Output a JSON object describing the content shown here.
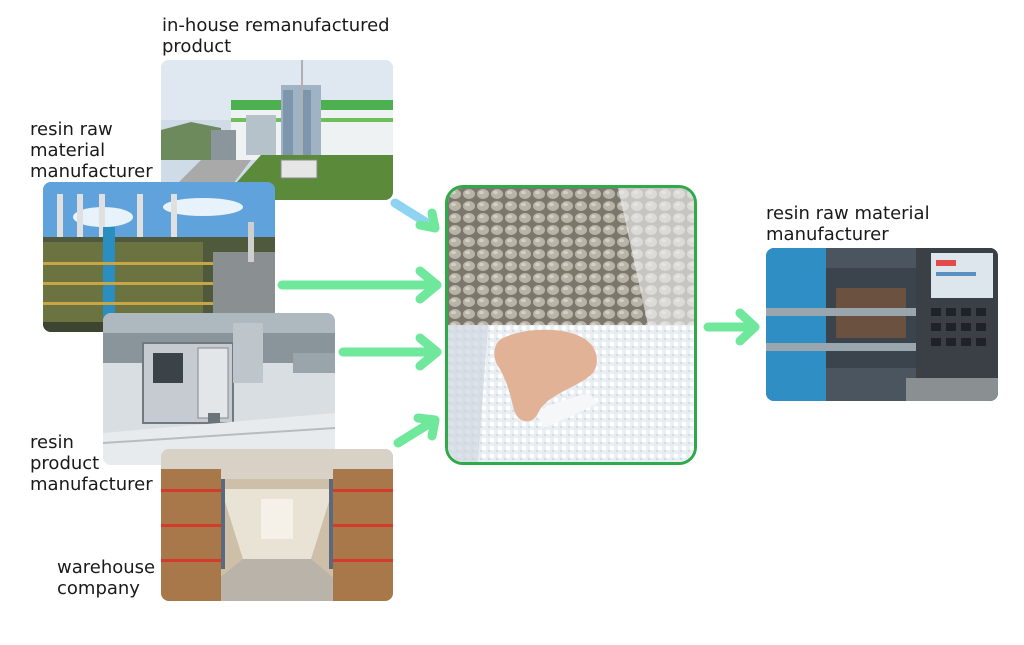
{
  "labels": {
    "in_house": "in-house remanufactured\nproduct",
    "resin_raw_left": "resin raw\nmaterial\nmanufacturer",
    "resin_product": "resin\nproduct\nmanufacturer",
    "warehouse": "warehouse\ncompany",
    "resin_raw_right": "resin raw material\nmanufacturer"
  },
  "colors": {
    "arrow_green": "#6fe89c",
    "arrow_cyan": "#8fd3f2",
    "frame_green": "#2eaa4a"
  }
}
